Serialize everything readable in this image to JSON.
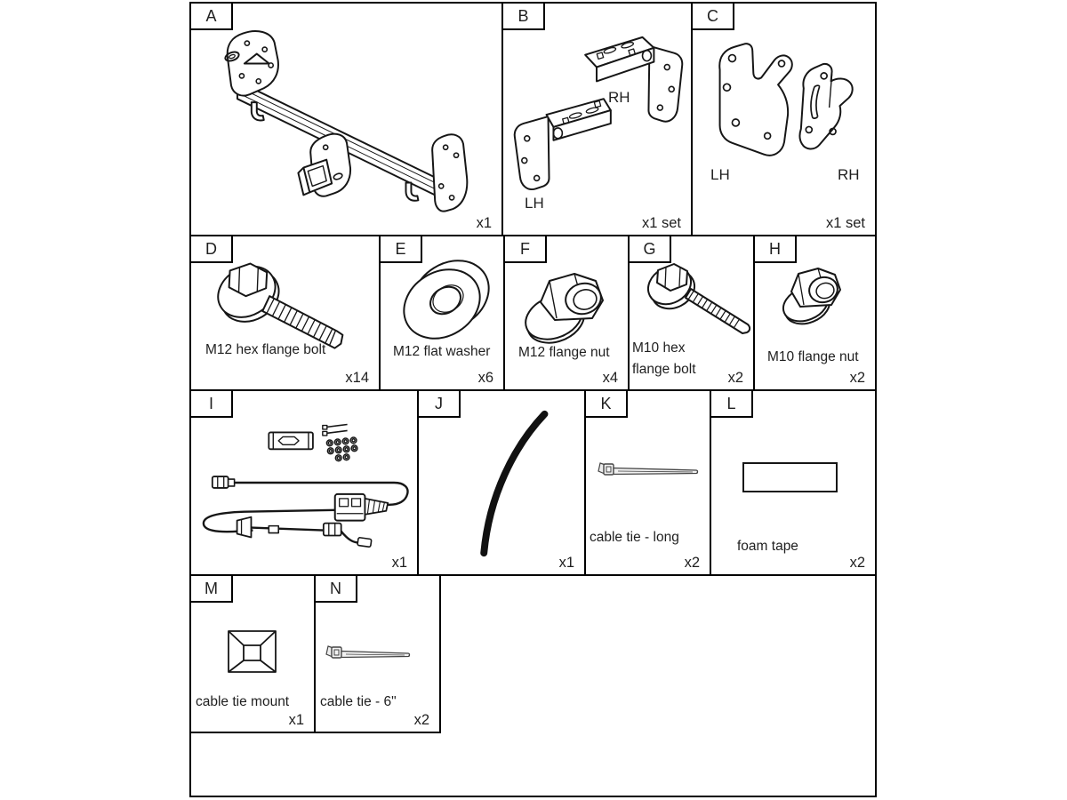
{
  "colors": {
    "line": "#161616",
    "text": "#1f1f1f",
    "background": "#ffffff"
  },
  "cells": {
    "A": {
      "letter": "A",
      "qty": "x1",
      "illustration": "tow-bar-crossmember-icon"
    },
    "B": {
      "letter": "B",
      "qty": "x1 set",
      "rh": "RH",
      "lh": "LH",
      "illustration": "mounting-bracket-set-icon"
    },
    "C": {
      "letter": "C",
      "qty": "x1 set",
      "lh": "LH",
      "rh": "RH",
      "illustration": "side-plate-set-icon"
    },
    "D": {
      "letter": "D",
      "name": "M12 hex flange bolt",
      "qty": "x14",
      "illustration": "m12-hex-flange-bolt-icon"
    },
    "E": {
      "letter": "E",
      "name": "M12 flat washer",
      "qty": "x6",
      "illustration": "m12-flat-washer-icon"
    },
    "F": {
      "letter": "F",
      "name": "M12 flange nut",
      "qty": "x4",
      "illustration": "m12-flange-nut-icon"
    },
    "G": {
      "letter": "G",
      "name_line1": "M10 hex",
      "name_line2": "flange bolt",
      "qty": "x2",
      "illustration": "m10-hex-flange-bolt-icon"
    },
    "H": {
      "letter": "H",
      "name": "M10 flange nut",
      "qty": "x2",
      "illustration": "m10-flange-nut-icon"
    },
    "I": {
      "letter": "I",
      "qty": "x1",
      "illustration": "wiring-harness-icon"
    },
    "J": {
      "letter": "J",
      "qty": "x1",
      "illustration": "convolute-tube-icon"
    },
    "K": {
      "letter": "K",
      "name": "cable tie - long",
      "qty": "x2",
      "illustration": "cable-tie-long-icon"
    },
    "L": {
      "letter": "L",
      "name": "foam tape",
      "qty": "x2",
      "illustration": "foam-tape-icon"
    },
    "M": {
      "letter": "M",
      "name": "cable tie mount",
      "qty": "x1",
      "illustration": "cable-tie-mount-icon"
    },
    "N": {
      "letter": "N",
      "name": "cable tie - 6\"",
      "qty": "x2",
      "illustration": "cable-tie-6in-icon"
    }
  }
}
